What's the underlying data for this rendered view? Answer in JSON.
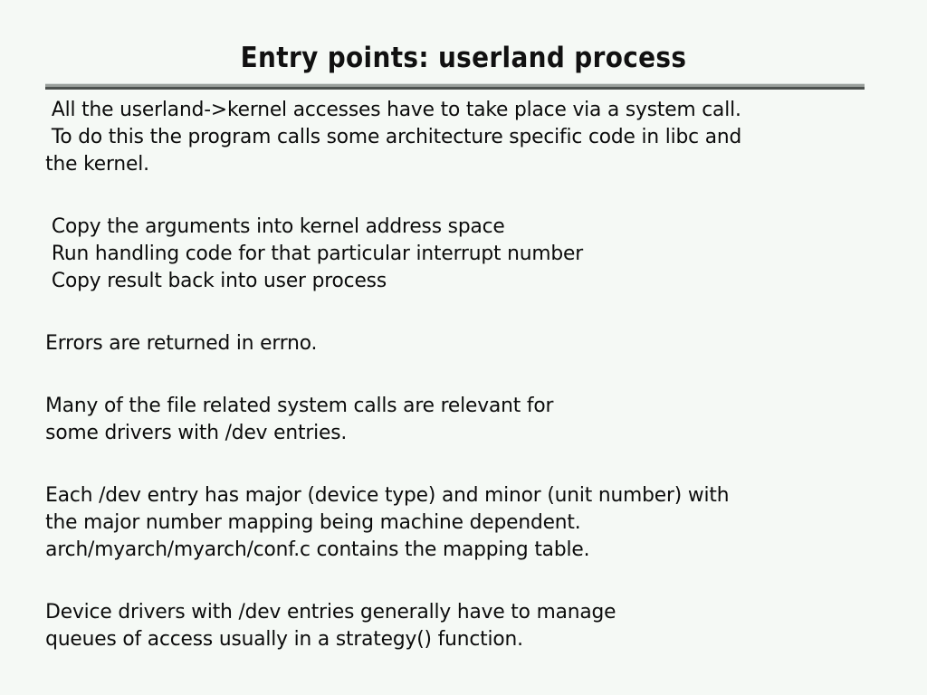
{
  "slide": {
    "title": "Entry points: userland process",
    "background_color": "#f5f9f5",
    "text_color": "#0b0b0b",
    "rule": {
      "highlight_color": "#d7dedb",
      "body_color": "#9aa09c",
      "shadow_color": "#4c514e"
    },
    "blocks": [
      {
        "id": "syscall-intro",
        "lines": [
          " All the userland->kernel accesses have to take place via a system call.",
          " To do this the program calls some architecture specific code in libc and",
          "the kernel."
        ]
      },
      {
        "id": "syscall-steps",
        "lines": [
          " Copy the arguments into kernel address space",
          " Run handling code for that particular interrupt number",
          " Copy result back into user process"
        ]
      },
      {
        "id": "errors",
        "lines": [
          "Errors are returned in errno."
        ]
      },
      {
        "id": "file-syscalls",
        "lines": [
          "Many of the file related system calls are relevant for",
          "some drivers with /dev entries."
        ]
      },
      {
        "id": "dev-major-minor",
        "lines": [
          "Each /dev entry has major (device type) and minor (unit number) with",
          "the major number mapping being machine dependent.",
          "arch/myarch/myarch/conf.c contains the mapping table."
        ]
      },
      {
        "id": "driver-queues",
        "lines": [
          "Device drivers with /dev entries generally have to manage",
          "queues of access usually in a strategy() function."
        ]
      }
    ]
  }
}
